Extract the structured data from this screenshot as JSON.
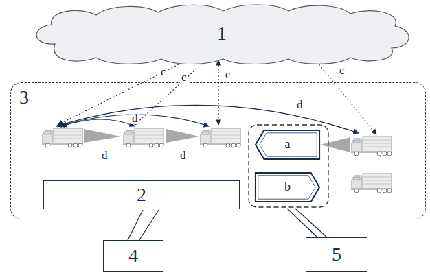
{
  "diagram": {
    "nodes": [
      {
        "text": [
          "1"
        ]
      },
      {
        "text": [
          "3"
        ]
      },
      {
        "text": [
          "2"
        ],
        "in": 1
      },
      {
        "text": [
          "a"
        ],
        "in": 1
      },
      {
        "text": [
          "b"
        ],
        "in": 1
      },
      {
        "text": [
          "4"
        ]
      },
      {
        "text": [
          "5"
        ]
      }
    ],
    "edges": [
      {
        "from": 5,
        "to": 2,
        "arrow": "none"
      }
    ],
    "labels": [
      "c",
      "c",
      "c",
      "c",
      "d",
      "d",
      "d",
      "d"
    ]
  }
}
